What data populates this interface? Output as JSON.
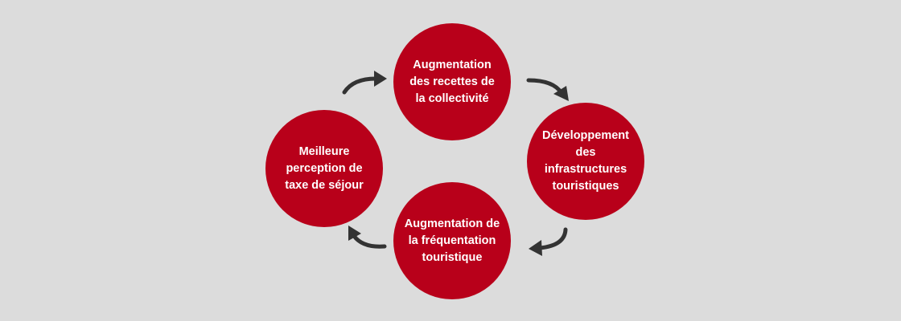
{
  "diagram": {
    "nodes": [
      {
        "id": "top",
        "label": "Augmentation\ndes recettes de\nla collectivité"
      },
      {
        "id": "right",
        "label": "Développement\ndes infrastructures\ntouristiques"
      },
      {
        "id": "bottom",
        "label": "Augmentation de\nla fréquentation\ntouristique"
      },
      {
        "id": "left",
        "label": "Meilleure\nperception de\ntaxe de séjour"
      }
    ],
    "edges": [
      {
        "from": "top",
        "to": "right"
      },
      {
        "from": "right",
        "to": "bottom"
      },
      {
        "from": "bottom",
        "to": "left"
      },
      {
        "from": "left",
        "to": "top"
      }
    ],
    "colors": {
      "background": "#dcdcdc",
      "node_fill": "#b8001a",
      "node_text": "#ffffff",
      "arrow": "#333333"
    }
  }
}
